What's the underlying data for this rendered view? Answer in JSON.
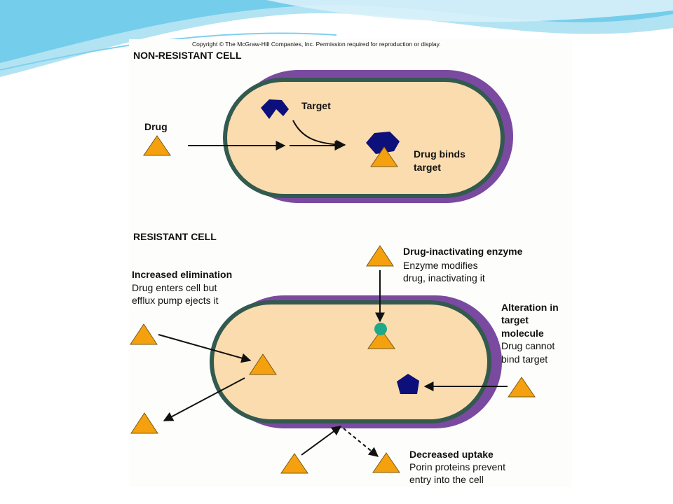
{
  "copyright": "Copyright © The McGraw-Hill Companies, Inc. Permission required for reproduction or display.",
  "colors": {
    "slide_wave_1": "#5fc6e8",
    "slide_wave_2": "#9fdcf0",
    "cell_fill": "#fbdcae",
    "cell_wall": "#335a4f",
    "outer_membrane": "#7a4aa0",
    "drug": "#f5a10f",
    "target": "#0d0f7a",
    "enzyme": "#1fa98a"
  },
  "non_resistant": {
    "heading": "NON-RESISTANT CELL",
    "drug_label": "Drug",
    "target_label": "Target",
    "binds_line1": "Drug binds",
    "binds_line2": "target"
  },
  "resistant": {
    "heading": "RESISTANT CELL",
    "elimination_title": "Increased elimination",
    "elimination_line1": "Drug enters cell but",
    "elimination_line2": "efflux pump ejects it",
    "enzyme_title": "Drug-inactivating enzyme",
    "enzyme_line1": "Enzyme modifies",
    "enzyme_line2": "drug, inactivating it",
    "alteration_title1": "Alteration in",
    "alteration_title2": "target",
    "alteration_title3": "molecule",
    "alteration_line1": "Drug cannot",
    "alteration_line2": "bind target",
    "uptake_title": "Decreased uptake",
    "uptake_line1": "Porin proteins prevent",
    "uptake_line2": "entry into the cell"
  }
}
